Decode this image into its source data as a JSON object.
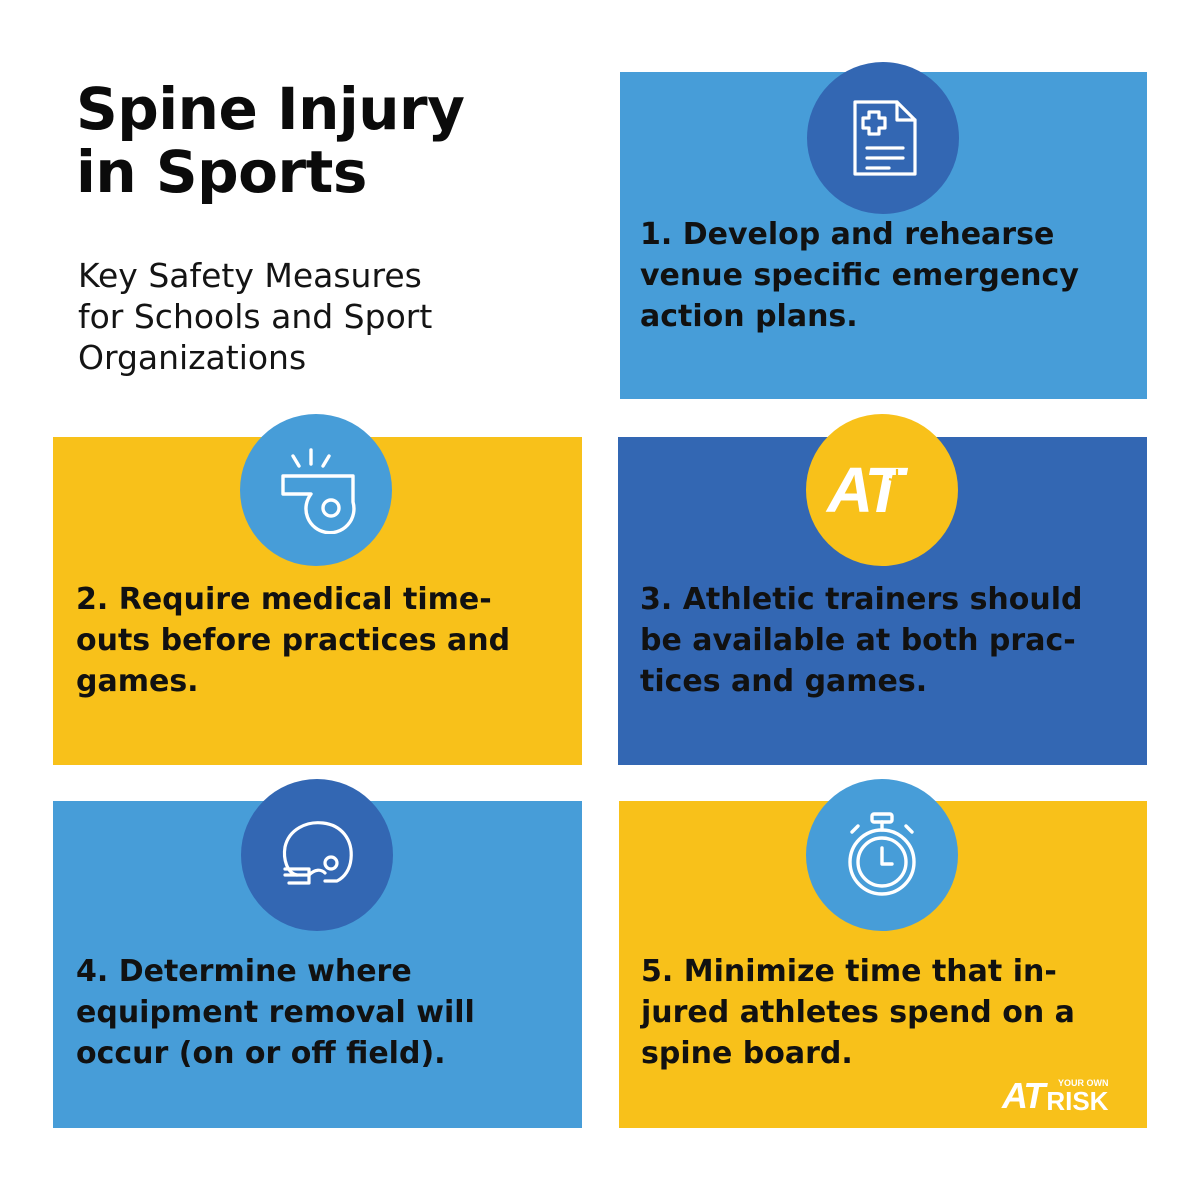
{
  "header": {
    "title": "Spine Injury\nin Sports",
    "subtitle": "Key Safety Measures\nfor Schools and Sport\nOrganizations"
  },
  "cards": [
    {
      "text": "1. Develop and rehearse\nvenue specific emergency\naction plans.",
      "icon": "medical-document-icon",
      "bg": "#479dd8",
      "circle": "#3367b3"
    },
    {
      "text": "2. Require medical time-\nouts before practices and\ngames.",
      "icon": "whistle-icon",
      "bg": "#f8c11a",
      "circle": "#479dd8"
    },
    {
      "text": "3. Athletic trainers should\nbe available at both prac-\ntices and games.",
      "icon": "athletic-trainer-logo-icon",
      "bg": "#3367b3",
      "circle": "#f8c11a"
    },
    {
      "text": "4. Determine where\nequipment removal will\noccur (on or off field).",
      "icon": "football-helmet-icon",
      "bg": "#479dd8",
      "circle": "#3367b3"
    },
    {
      "text": "5. Minimize time that in-\njured athletes spend on a\nspine board.",
      "icon": "stopwatch-icon",
      "bg": "#f8c11a",
      "circle": "#479dd8"
    }
  ],
  "at_badge": {
    "text": "AT"
  },
  "logo": {
    "at": "AT",
    "small": "YOUR OWN",
    "risk": "RISK"
  },
  "colors": {
    "blue": "#479dd8",
    "dark_blue": "#3367b3",
    "yellow": "#f8c11a",
    "text": "#111111"
  }
}
